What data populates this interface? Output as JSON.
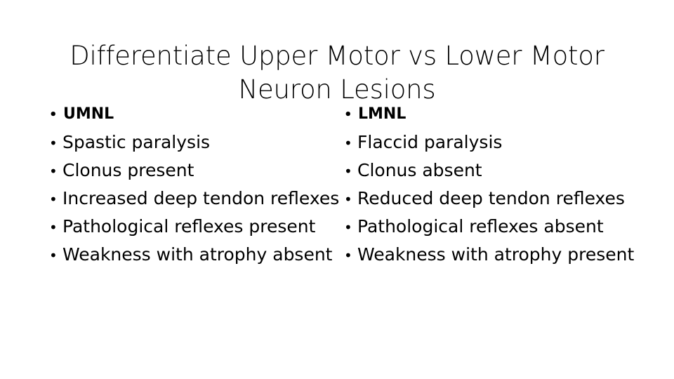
{
  "slide": {
    "background_color": "#ffffff",
    "text_color": "#000000",
    "title": "Differentiate Upper Motor vs Lower Motor\nNeuron Lesions",
    "bullet_glyph": "•"
  },
  "columns": [
    {
      "id": "umnl",
      "name": "upper-motor-neuron-lesion-column",
      "items": [
        {
          "text": "UMNL",
          "heading": true
        },
        {
          "text": "Spastic paralysis",
          "heading": false
        },
        {
          "text": "Clonus present",
          "heading": false
        },
        {
          "text": "Increased deep tendon reflexes",
          "heading": false
        },
        {
          "text": "Pathological reflexes present",
          "heading": false
        },
        {
          "text": "Weakness with atrophy absent",
          "heading": false
        }
      ]
    },
    {
      "id": "lmnl",
      "name": "lower-motor-neuron-lesion-column",
      "items": [
        {
          "text": "LMNL",
          "heading": true
        },
        {
          "text": "Flaccid paralysis",
          "heading": false
        },
        {
          "text": "Clonus absent",
          "heading": false
        },
        {
          "text": "Reduced deep tendon reflexes",
          "heading": false
        },
        {
          "text": "Pathological reflexes absent",
          "heading": false
        },
        {
          "text": "Weakness with atrophy present",
          "heading": false
        }
      ]
    }
  ]
}
